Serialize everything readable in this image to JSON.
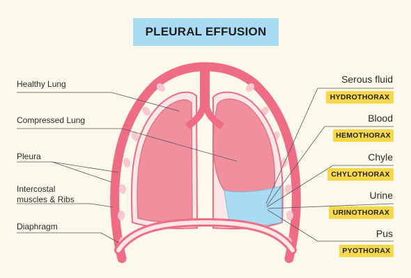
{
  "title": "PLEURAL EFFUSION",
  "left_labels": {
    "healthy_lung": "Healthy Lung",
    "compressed_lung": "Compressed Lung",
    "pleura": "Pleura",
    "intercostal_line1": "Intercostal",
    "intercostal_line2": "muscles & Ribs",
    "diaphragm": "Diaphragm"
  },
  "right_labels": [
    {
      "fluid": "Serous fluid",
      "condition": "HYDROTHORAX"
    },
    {
      "fluid": "Blood",
      "condition": "HEMOTHORAX"
    },
    {
      "fluid": "Chyle",
      "condition": "CHYLOTHORAX"
    },
    {
      "fluid": "Urine",
      "condition": "URINOTHORAX"
    },
    {
      "fluid": "Pus",
      "condition": "PYOTHORAX"
    }
  ],
  "colors": {
    "background": "#fdf8ec",
    "title_box": "#a9dcf3",
    "lung": "#f0909f",
    "chest_wall": "#ee6d84",
    "rib": "#f7c9cf",
    "fluid": "#a9dcf3",
    "badge": "#f7d84a"
  }
}
